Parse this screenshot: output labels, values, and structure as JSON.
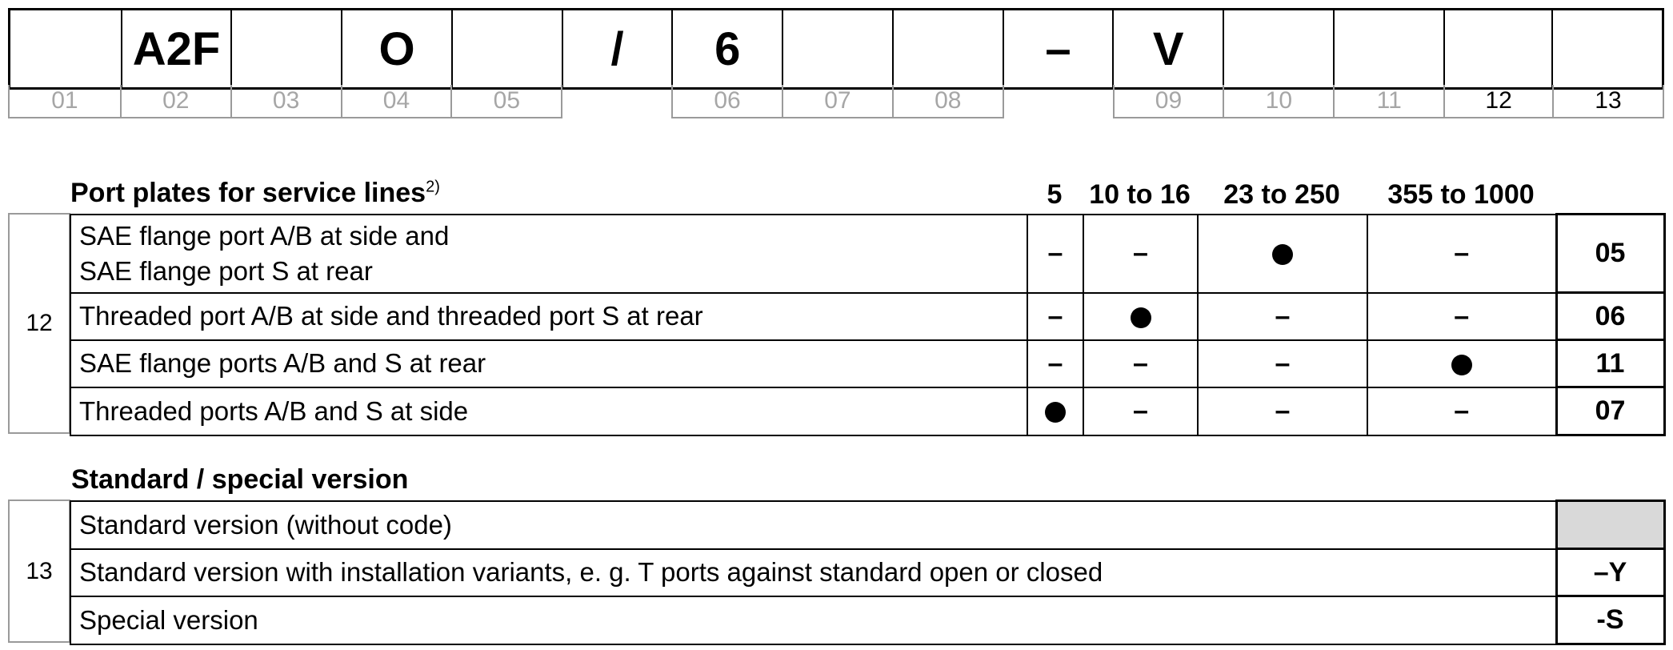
{
  "type_code": {
    "cells": [
      "",
      "A2F",
      "",
      "O",
      "",
      "/",
      "6",
      "",
      "",
      "–",
      "V",
      "",
      "",
      ""
    ],
    "positions": [
      "01",
      "02",
      "03",
      "04",
      "05",
      "",
      "06",
      "07",
      "08",
      "",
      "09",
      "10",
      "11",
      "12",
      "13"
    ]
  },
  "port_plates": {
    "heading": "Port plates for service lines",
    "footnote": "2)",
    "columns": [
      "5",
      "10 to 16",
      "23 to 250",
      "355 to 1000"
    ],
    "position": "12",
    "rows": [
      {
        "line1": "SAE flange port A/B at side and",
        "line2": "SAE flange port S at rear",
        "marks": [
          "–",
          "–",
          "●",
          "–"
        ],
        "code": "05"
      },
      {
        "line1": "Threaded port A/B at side and threaded port S at rear",
        "marks": [
          "–",
          "●",
          "–",
          "–"
        ],
        "code": "06"
      },
      {
        "line1": "SAE flange ports A/B and S at rear",
        "marks": [
          "–",
          "–",
          "–",
          "●"
        ],
        "code": "11"
      },
      {
        "line1": "Threaded ports A/B and S at side",
        "marks": [
          "●",
          "–",
          "–",
          "–"
        ],
        "code": "07"
      }
    ]
  },
  "version": {
    "heading": "Standard / special version",
    "position": "13",
    "rows": [
      {
        "label": "Standard version (without code)",
        "code": ""
      },
      {
        "label": "Standard version with installation variants, e. g. T ports against standard open or closed",
        "code": "–Y"
      },
      {
        "label": "Special version",
        "code": "-S"
      }
    ]
  }
}
